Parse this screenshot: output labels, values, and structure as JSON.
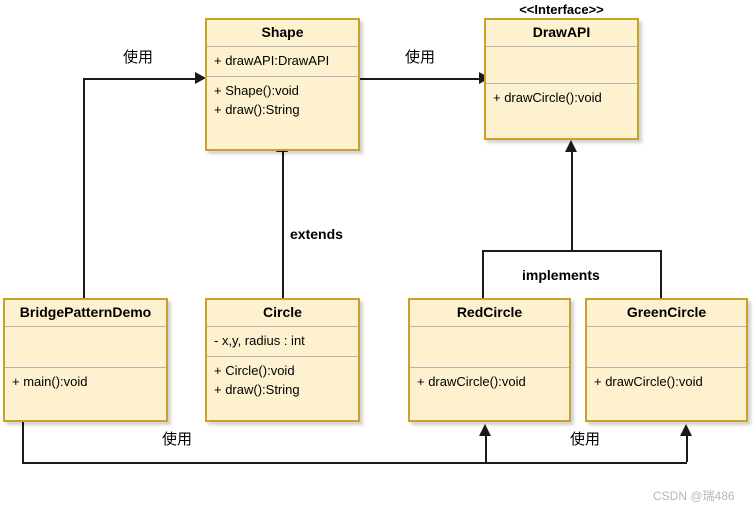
{
  "diagram": {
    "title": "Bridge Pattern UML Class Diagram",
    "colors": {
      "box_fill": "#fdf1cf",
      "box_border": "#c9a227",
      "separator": "#b3b3b3",
      "line": "#1a1a1a",
      "text": "#000000",
      "watermark": "#b6b6b6",
      "background": "#ffffff"
    }
  },
  "classes": {
    "shape": {
      "name": "Shape",
      "attributes": [
        "+ drawAPI:DrawAPI"
      ],
      "methods": [
        "+ Shape():void",
        "+ draw():String"
      ]
    },
    "drawapi": {
      "stereotype": "<<Interface>>",
      "name": "DrawAPI",
      "attributes": [],
      "methods": [
        "+ drawCircle():void"
      ]
    },
    "bridgepatterndemo": {
      "name": "BridgePatternDemo",
      "attributes": [],
      "methods": [
        "+ main():void"
      ]
    },
    "circle": {
      "name": "Circle",
      "attributes": [
        "- x,y, radius : int"
      ],
      "methods": [
        "+ Circle():void",
        "+ draw():String"
      ]
    },
    "redcircle": {
      "name": "RedCircle",
      "attributes": [],
      "methods": [
        "+ drawCircle():void"
      ]
    },
    "greencircle": {
      "name": "GreenCircle",
      "attributes": [],
      "methods": [
        "+ drawCircle():void"
      ]
    }
  },
  "edges": {
    "demo_uses_shape": "使用",
    "shape_uses_drawapi": "使用",
    "circle_extends_shape": "extends",
    "circles_implement_drawapi": "implements",
    "demo_uses_redcircle": "使用",
    "demo_uses_greencircle": "使用"
  },
  "watermark": {
    "text": "CSDN @瑞486"
  }
}
